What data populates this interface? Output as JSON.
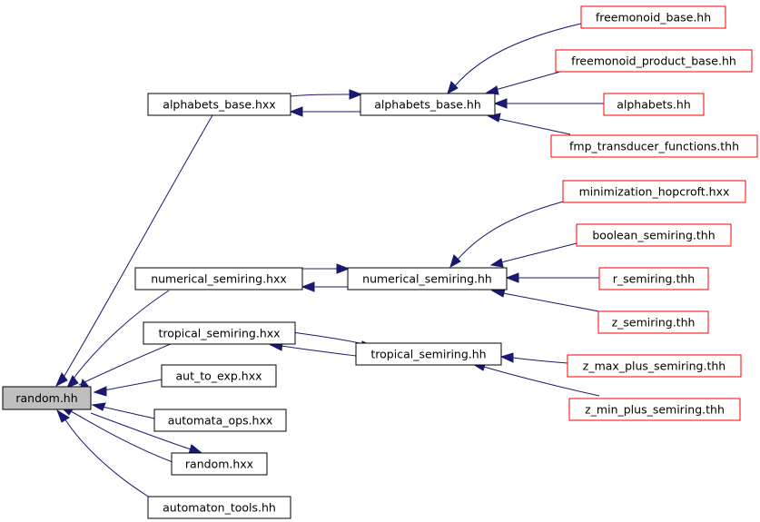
{
  "colors": {
    "edge": "#191970",
    "box_border_black": "#000000",
    "box_border_red": "#ff0000",
    "focus_fill": "#bfbfbf"
  },
  "nodes": {
    "random_hh": "random.hh",
    "alphabets_base_hxx": "alphabets_base.hxx",
    "alphabets_base_hh": "alphabets_base.hh",
    "freemonoid_base_hh": "freemonoid_base.hh",
    "freemonoid_product_base_hh": "freemonoid_product_base.hh",
    "alphabets_hh": "alphabets.hh",
    "fmp_transducer_functions_thh": "fmp_transducer_functions.thh",
    "minimization_hopcroft_hxx": "minimization_hopcroft.hxx",
    "boolean_semiring_thh": "boolean_semiring.thh",
    "numerical_semiring_hxx": "numerical_semiring.hxx",
    "numerical_semiring_hh": "numerical_semiring.hh",
    "r_semiring_thh": "r_semiring.thh",
    "z_semiring_thh": "z_semiring.thh",
    "tropical_semiring_hxx": "tropical_semiring.hxx",
    "tropical_semiring_hh": "tropical_semiring.hh",
    "z_max_plus_semiring_thh": "z_max_plus_semiring.thh",
    "z_min_plus_semiring_thh": "z_min_plus_semiring.thh",
    "aut_to_exp_hxx": "aut_to_exp.hxx",
    "automata_ops_hxx": "automata_ops.hxx",
    "random_hxx": "random.hxx",
    "automaton_tools_hh": "automaton_tools.hh"
  }
}
